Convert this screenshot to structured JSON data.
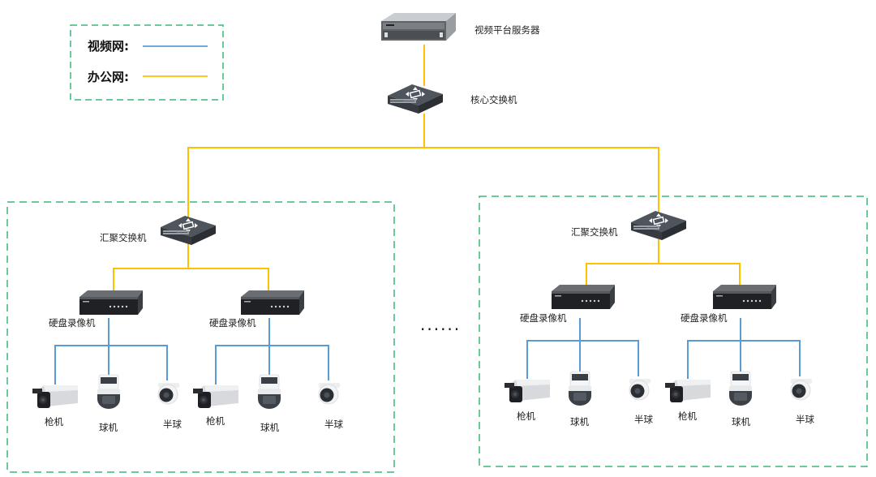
{
  "colors": {
    "video_network": "#5b9bd5",
    "office_network": "#ffc000",
    "group_border": "#3cb878"
  },
  "legend": {
    "items": [
      {
        "label": "视频网:",
        "network": "video"
      },
      {
        "label": "办公网:",
        "network": "office"
      }
    ]
  },
  "nodes": {
    "server": {
      "label": "视频平台服务器",
      "icon": "rack-server-icon"
    },
    "core_switch": {
      "label": "核心交换机",
      "icon": "core-switch-icon"
    }
  },
  "groups": [
    {
      "switch_label": "汇聚交换机",
      "nvrs": [
        {
          "label": "硬盘录像机",
          "cameras": [
            {
              "label": "枪机",
              "type": "bullet"
            },
            {
              "label": "球机",
              "type": "ptz"
            },
            {
              "label": "半球",
              "type": "dome"
            }
          ]
        },
        {
          "label": "硬盘录像机",
          "cameras": [
            {
              "label": "枪机",
              "type": "bullet"
            },
            {
              "label": "球机",
              "type": "ptz"
            },
            {
              "label": "半球",
              "type": "dome"
            }
          ]
        }
      ]
    },
    {
      "switch_label": "汇聚交换机",
      "nvrs": [
        {
          "label": "硬盘录像机",
          "cameras": [
            {
              "label": "枪机",
              "type": "bullet"
            },
            {
              "label": "球机",
              "type": "ptz"
            },
            {
              "label": "半球",
              "type": "dome"
            }
          ]
        },
        {
          "label": "硬盘录像机",
          "cameras": [
            {
              "label": "枪机",
              "type": "bullet"
            },
            {
              "label": "球机",
              "type": "ptz"
            },
            {
              "label": "半球",
              "type": "dome"
            }
          ]
        }
      ]
    }
  ],
  "ellipsis": "······"
}
